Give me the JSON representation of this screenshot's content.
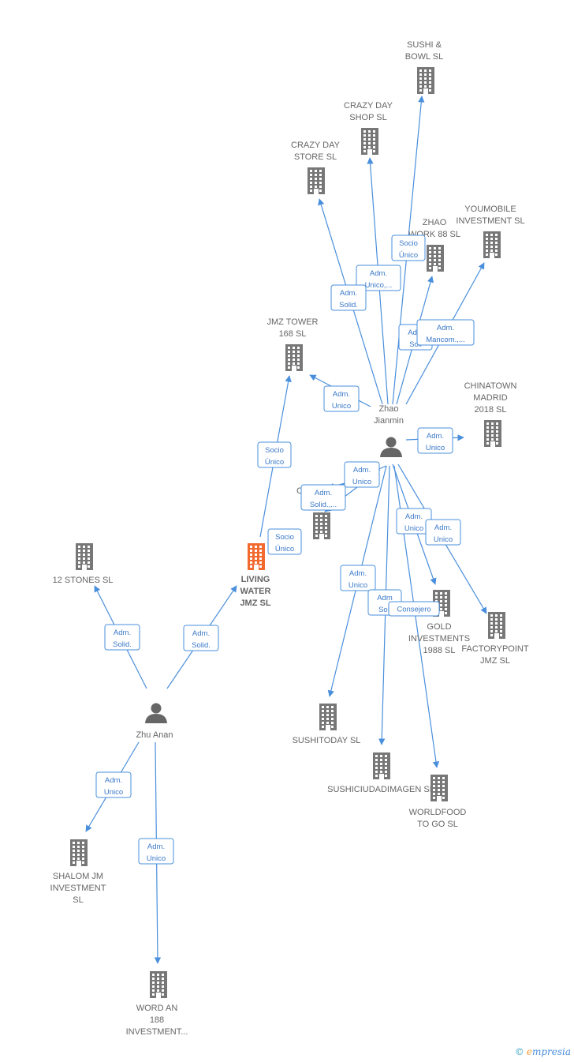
{
  "nodes": [
    {
      "id": "sushi",
      "lines": [
        "SUSHI &",
        "BOWL  SL"
      ]
    },
    {
      "id": "crazyshop",
      "lines": [
        "CRAZY DAY",
        "SHOP  SL"
      ]
    },
    {
      "id": "crazystore",
      "lines": [
        "CRAZY DAY",
        "STORE  SL"
      ]
    },
    {
      "id": "zhaowork",
      "lines": [
        "ZHAO",
        "WORK 88 SL"
      ]
    },
    {
      "id": "youmobile",
      "lines": [
        "YOUMOBILE",
        "INVESTMENT SL"
      ]
    },
    {
      "id": "jmztower",
      "lines": [
        "JMZ TOWER",
        "168  SL"
      ]
    },
    {
      "id": "chinatown",
      "lines": [
        "CHINATOWN",
        "MADRID",
        "2018  SL"
      ]
    },
    {
      "id": "cnode",
      "lines": [
        "C"
      ]
    },
    {
      "id": "twelve",
      "lines": [
        "12 STONES  SL"
      ]
    },
    {
      "id": "living",
      "lines": [
        "LIVING",
        "WATER",
        "JMZ  SL"
      ]
    },
    {
      "id": "gold",
      "lines": [
        "GOLD",
        "INVESTMENTS",
        "1988  SL"
      ]
    },
    {
      "id": "factory",
      "lines": [
        "FACTORYPOINT",
        "JMZ  SL"
      ]
    },
    {
      "id": "sushitoday",
      "lines": [
        "SUSHITODAY SL"
      ]
    },
    {
      "id": "sushiciudad",
      "lines": [
        "SUSHICIUDADIMAGEN SL"
      ]
    },
    {
      "id": "worldfood",
      "lines": [
        "WORLDFOOD",
        "TO GO  SL"
      ]
    },
    {
      "id": "shalom",
      "lines": [
        "SHALOM JM",
        "INVESTMENT",
        "SL"
      ]
    },
    {
      "id": "wordan",
      "lines": [
        "WORD AN",
        "188",
        "INVESTMENT..."
      ]
    }
  ],
  "persons": [
    {
      "id": "zhao",
      "lines": [
        "Zhao",
        "Jianmin"
      ]
    },
    {
      "id": "zhu",
      "lines": [
        "Zhu Anan"
      ]
    }
  ],
  "badges": [
    {
      "id": "b1",
      "lines": [
        "Socio",
        "Único"
      ]
    },
    {
      "id": "b2",
      "lines": [
        "Adm.",
        "Unico,..."
      ]
    },
    {
      "id": "b3",
      "lines": [
        "Adm.",
        "Solid."
      ]
    },
    {
      "id": "b4",
      "lines": [
        "Adm",
        "Soli"
      ]
    },
    {
      "id": "b5",
      "lines": [
        "Adm.",
        "Mancom.,..."
      ]
    },
    {
      "id": "b6",
      "lines": [
        "Adm.",
        "Unico"
      ]
    },
    {
      "id": "b7",
      "lines": [
        "Adm.",
        "Unico"
      ]
    },
    {
      "id": "b8",
      "lines": [
        "Socio",
        "Único"
      ]
    },
    {
      "id": "b9",
      "lines": [
        "Adm.",
        "Unico"
      ]
    },
    {
      "id": "b10",
      "lines": [
        "Adm.",
        "Solid.,..."
      ]
    },
    {
      "id": "b11",
      "lines": [
        "Socio",
        "Único"
      ]
    },
    {
      "id": "b12",
      "lines": [
        "Adm.",
        "Unico"
      ]
    },
    {
      "id": "b13",
      "lines": [
        "Adm.",
        "Unico"
      ]
    },
    {
      "id": "b14",
      "lines": [
        "Adm.",
        "Unico"
      ]
    },
    {
      "id": "b15",
      "lines": [
        "Adm",
        "Soli"
      ]
    },
    {
      "id": "b16",
      "lines": [
        "Consejero"
      ]
    },
    {
      "id": "b17",
      "lines": [
        "Adm.",
        "Solid."
      ]
    },
    {
      "id": "b18",
      "lines": [
        "Adm.",
        "Solid."
      ]
    },
    {
      "id": "b19",
      "lines": [
        "Adm.",
        "Unico"
      ]
    },
    {
      "id": "b20",
      "lines": [
        "Adm.",
        "Unico"
      ]
    }
  ],
  "brand": {
    "copyright": "©",
    "first": "e",
    "rest": "mpresia"
  },
  "colors": {
    "edge": "#4a8fdc",
    "building": "#777777",
    "highlight": "#f26a30"
  }
}
